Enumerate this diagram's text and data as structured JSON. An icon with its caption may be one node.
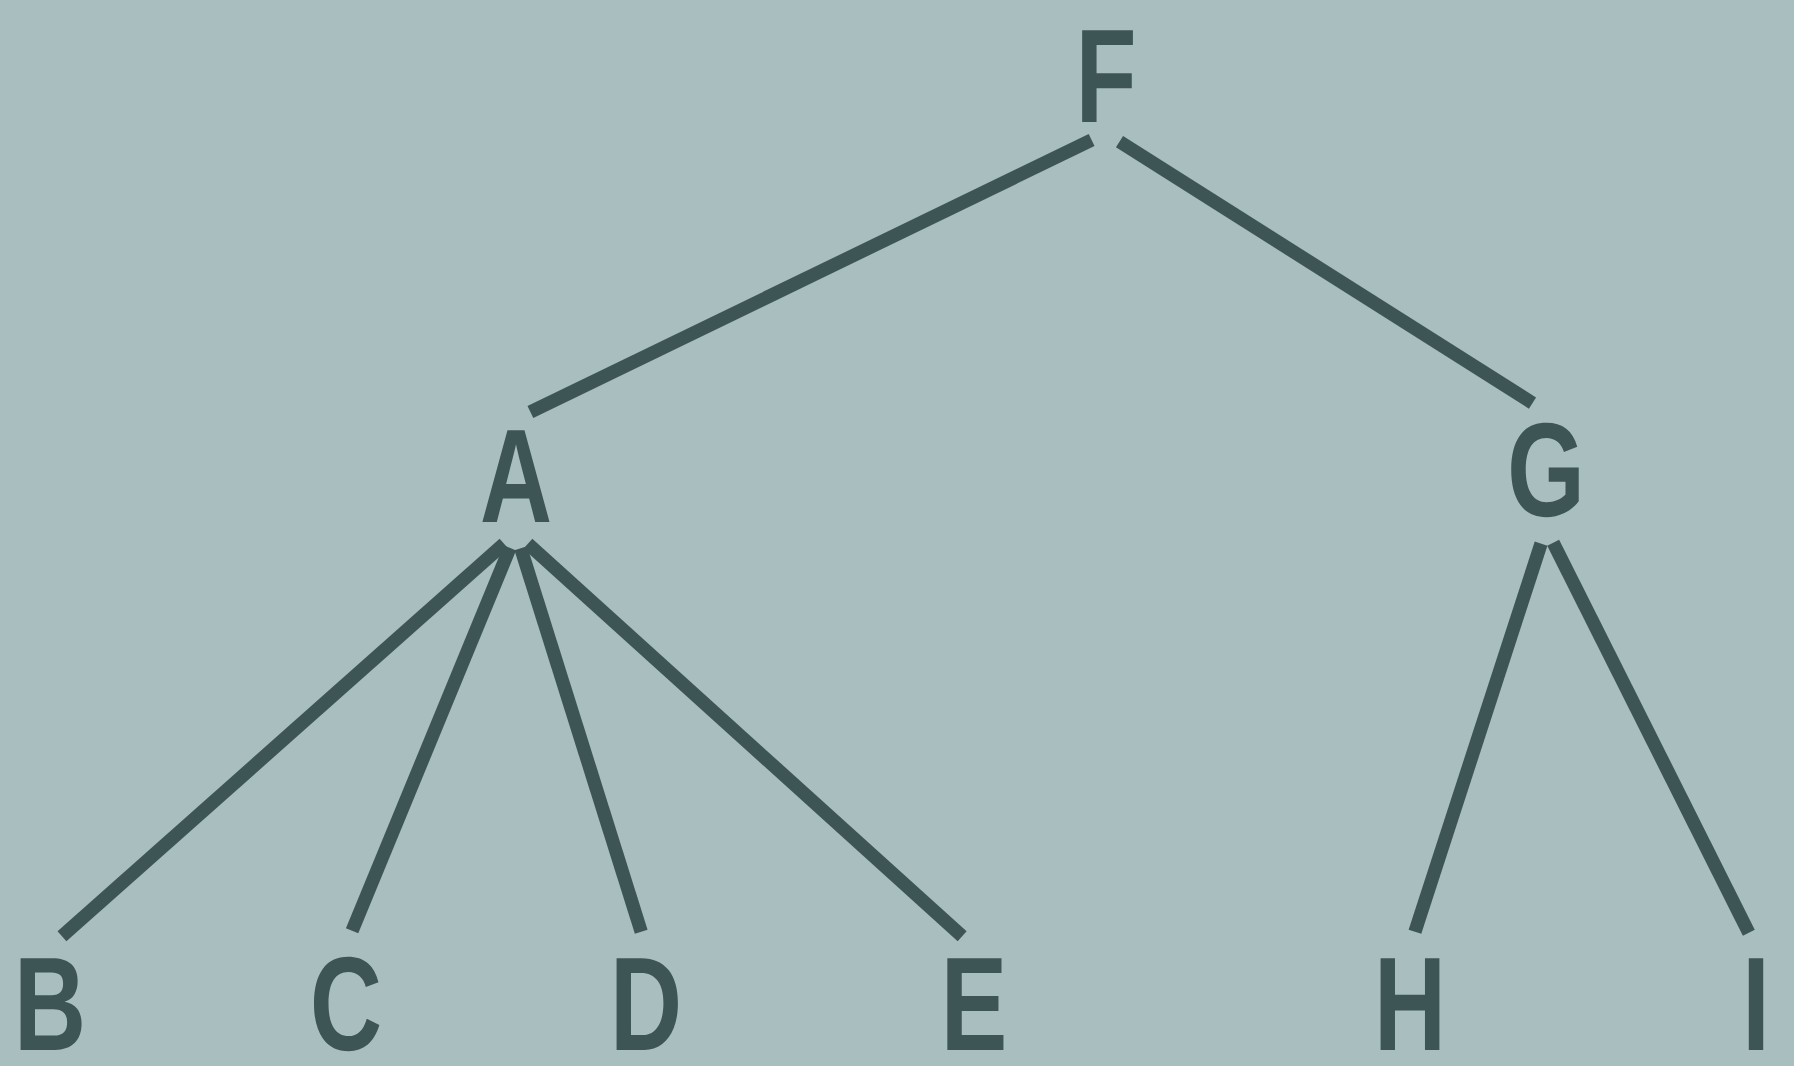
{
  "diagram": {
    "nodes": [
      {
        "text": [
          "F"
        ]
      },
      {
        "text": [
          "A"
        ]
      },
      {
        "text": [
          "G"
        ]
      },
      {
        "text": [
          "B"
        ]
      },
      {
        "text": [
          "C"
        ]
      },
      {
        "text": [
          "D"
        ]
      },
      {
        "text": [
          "E"
        ]
      },
      {
        "text": [
          "H"
        ]
      },
      {
        "text": [
          "I"
        ]
      }
    ],
    "edges": [
      {
        "from": 0,
        "to": 1,
        "arrow": "none"
      },
      {
        "from": 0,
        "to": 2,
        "arrow": "none"
      },
      {
        "from": 1,
        "to": 3,
        "arrow": "none"
      },
      {
        "from": 1,
        "to": 4,
        "arrow": "none"
      },
      {
        "from": 1,
        "to": 5,
        "arrow": "none"
      },
      {
        "from": 1,
        "to": 6,
        "arrow": "none"
      },
      {
        "from": 2,
        "to": 7,
        "arrow": "none"
      },
      {
        "from": 2,
        "to": 8,
        "arrow": "none"
      }
    ]
  }
}
